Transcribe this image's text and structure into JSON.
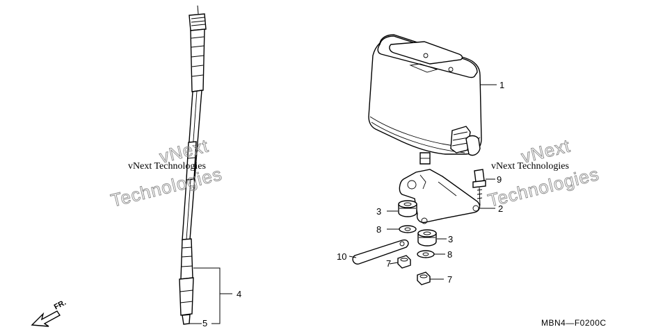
{
  "diagram_code": "MBN4—F0200C",
  "direction_label": "FR.",
  "watermark": {
    "line_small": "vNext Technologies",
    "line_big_1": "vNext",
    "line_big_2": "Technologies"
  },
  "callouts": {
    "meter": "1",
    "bracket": "2",
    "rubber_a": "3",
    "rubber_b": "3",
    "cable": "4",
    "cable_end": "5",
    "nut_a": "7",
    "nut_b": "7",
    "washer_a": "8",
    "washer_b": "8",
    "bolt": "9",
    "strap": "10"
  }
}
